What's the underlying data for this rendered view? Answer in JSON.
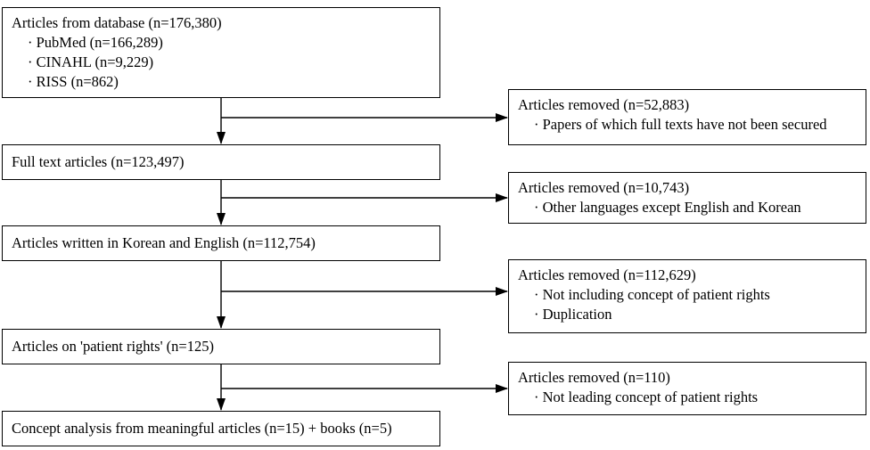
{
  "flow": {
    "box1": {
      "title": "Articles from database (n=176,380)",
      "items": [
        "· PubMed (n=166,289)",
        "· CINAHL (n=9,229)",
        "· RISS (n=862)"
      ]
    },
    "box2": {
      "label": "Full text articles (n=123,497)"
    },
    "box3": {
      "label": "Articles written in Korean and English (n=112,754)"
    },
    "box4": {
      "label": "Articles on 'patient rights' (n=125)"
    },
    "box5": {
      "label": "Concept analysis from meaningful articles (n=15) + books (n=5)"
    }
  },
  "removed": {
    "r1": {
      "title": "Articles removed (n=52,883)",
      "items": [
        "· Papers of which full texts have not been secured"
      ]
    },
    "r2": {
      "title": "Articles removed (n=10,743)",
      "items": [
        "· Other languages except English and Korean"
      ]
    },
    "r3": {
      "title": "Articles removed (n=112,629)",
      "items": [
        "· Not including concept of patient rights",
        "· Duplication"
      ]
    },
    "r4": {
      "title": "Articles removed (n=110)",
      "items": [
        "· Not leading concept of patient rights"
      ]
    }
  },
  "colors": {
    "line": "#000000",
    "box_border": "#000000",
    "background": "#ffffff"
  }
}
